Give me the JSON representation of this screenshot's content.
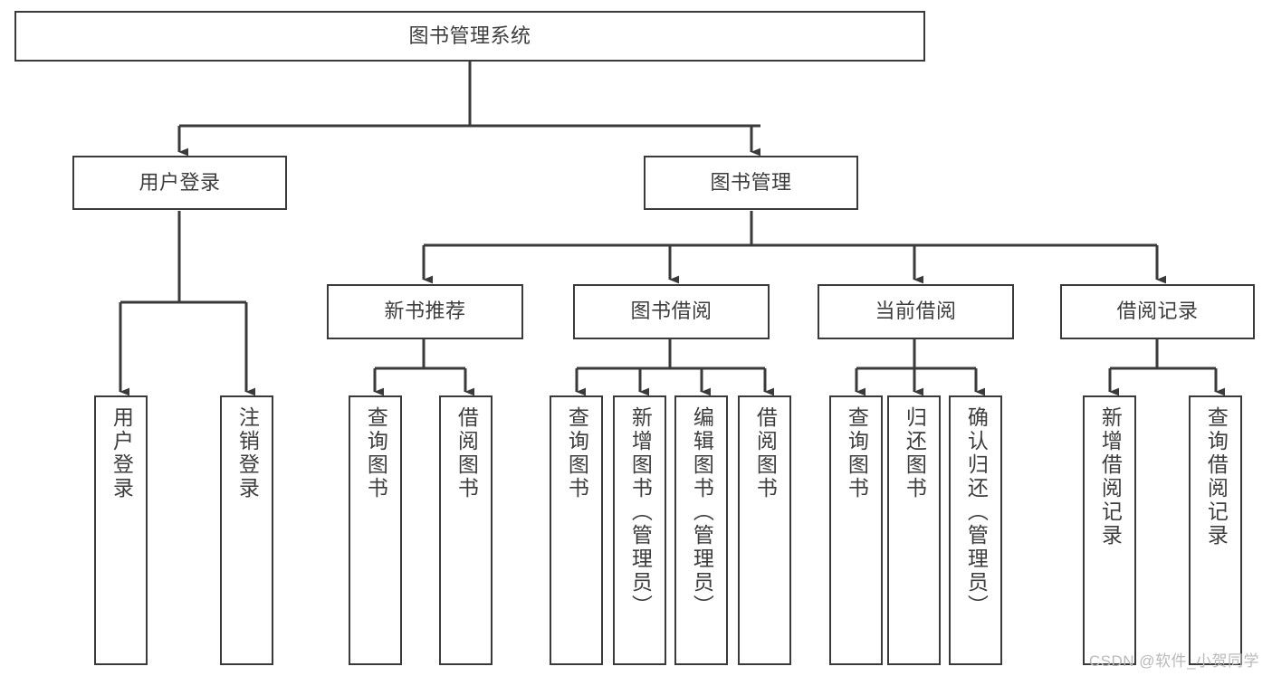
{
  "diagram": {
    "title": "图书管理系统",
    "type": "tree-hierarchy-diagram",
    "colors": {
      "box_border": "#3a3a3a",
      "box_fill": "#ffffff",
      "text": "#3d3d3d",
      "edge": "#3a3a3a",
      "background": "#ffffff",
      "watermark": "#b9b9b9"
    },
    "watermark": "CSDN @软件_小贺同学",
    "levels": {
      "level1": [
        {
          "id": "root",
          "label": "图书管理系统"
        }
      ],
      "level2": [
        {
          "id": "user-login",
          "label": "用户登录",
          "parent": "root"
        },
        {
          "id": "book-manage",
          "label": "图书管理",
          "parent": "root"
        }
      ],
      "level3": [
        {
          "id": "new-book-rec",
          "label": "新书推荐",
          "parent": "book-manage"
        },
        {
          "id": "book-borrow",
          "label": "图书借阅",
          "parent": "book-manage"
        },
        {
          "id": "current-borrow",
          "label": "当前借阅",
          "parent": "book-manage"
        },
        {
          "id": "borrow-record",
          "label": "借阅记录",
          "parent": "book-manage"
        }
      ],
      "level4": [
        {
          "id": "leaf-user-login",
          "label": "用户登录",
          "parent": "user-login"
        },
        {
          "id": "leaf-user-logout",
          "label": "注销登录",
          "parent": "user-login"
        },
        {
          "id": "leaf-query-book-1",
          "label": "查询图书",
          "parent": "new-book-rec"
        },
        {
          "id": "leaf-borrow-book-1",
          "label": "借阅图书",
          "parent": "new-book-rec"
        },
        {
          "id": "leaf-query-book-2",
          "label": "查询图书",
          "parent": "book-borrow"
        },
        {
          "id": "leaf-add-book",
          "label": "新增图书（管理员）",
          "parent": "book-borrow"
        },
        {
          "id": "leaf-edit-book",
          "label": "编辑图书（管理员）",
          "parent": "book-borrow"
        },
        {
          "id": "leaf-borrow-book-2",
          "label": "借阅图书",
          "parent": "book-borrow"
        },
        {
          "id": "leaf-query-book-3",
          "label": "查询图书",
          "parent": "current-borrow"
        },
        {
          "id": "leaf-return-book",
          "label": "归还图书",
          "parent": "current-borrow"
        },
        {
          "id": "leaf-confirm-return",
          "label": "确认归还（管理员）",
          "parent": "current-borrow"
        },
        {
          "id": "leaf-add-record",
          "label": "新增借阅记录",
          "parent": "borrow-record"
        },
        {
          "id": "leaf-query-record",
          "label": "查询借阅记录",
          "parent": "borrow-record"
        }
      ]
    }
  }
}
